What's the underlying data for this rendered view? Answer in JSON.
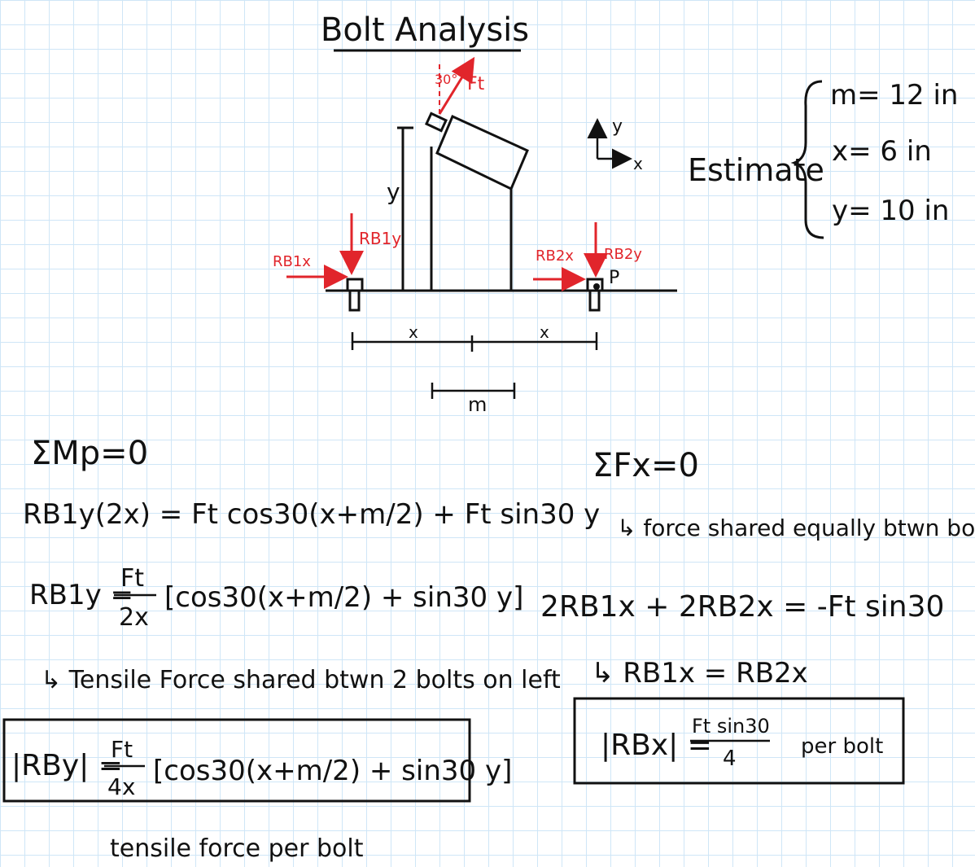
{
  "title": "Bolt Analysis",
  "diagram": {
    "angle": "30°",
    "force": "Ft",
    "height_label": "y",
    "axis_y": "y",
    "axis_x": "x",
    "rb1x": "RB1x",
    "rb1y": "RB1y",
    "rb2x": "RB2x",
    "rb2y": "RB2y",
    "point": "P",
    "dim_x1": "x",
    "dim_x2": "x",
    "dim_m": "m"
  },
  "estimate": {
    "label": "Estimate",
    "m": "m= 12 in",
    "x": "x= 6 in",
    "y": "y= 10 in"
  },
  "moments": {
    "eq0": "ΣMp=0",
    "eq1": "RB1y(2x) = Ft cos30(x+m/2) + Ft sin30 y",
    "eq2_lhs": "RB1y =",
    "eq2_num": "Ft",
    "eq2_den": "2x",
    "eq2_rhs": "[cos30(x+m/2) + sin30 y]",
    "note": "↳ Tensile Force shared btwn 2 bolts on left",
    "boxed_lhs": "|RBy| =",
    "boxed_num": "Ft",
    "boxed_den": "4x",
    "boxed_rhs": "[cos30(x+m/2) + sin30 y]",
    "boxed_caption": "tensile force per bolt"
  },
  "forces": {
    "eq0": "ΣFx=0",
    "note": "↳ force shared equally btwn bolts",
    "eq1": "2RB1x + 2RB2x = -Ft sin30",
    "eq2": "↳ RB1x = RB2x",
    "boxed_lhs": "|RBx| =",
    "boxed_num": "Ft sin30",
    "boxed_den": "4",
    "boxed_suffix": "per bolt"
  }
}
